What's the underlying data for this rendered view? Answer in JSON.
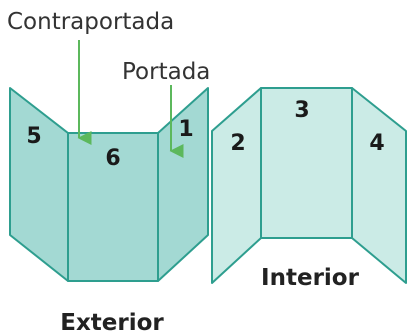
{
  "diagram": {
    "callouts": {
      "contraportada": "Contraportada",
      "portada": "Portada"
    },
    "exterior": {
      "label": "Exterior",
      "panels": {
        "left": "5",
        "center": "6",
        "right": "1"
      }
    },
    "interior": {
      "label": "Interior",
      "panels": {
        "left": "2",
        "center": "3",
        "right": "4"
      }
    },
    "colors": {
      "exterior_fill": "#a3d9d3",
      "interior_fill": "#cbebe6",
      "panel_stroke": "#2e9e8f",
      "arrow": "#5cb85c"
    }
  }
}
